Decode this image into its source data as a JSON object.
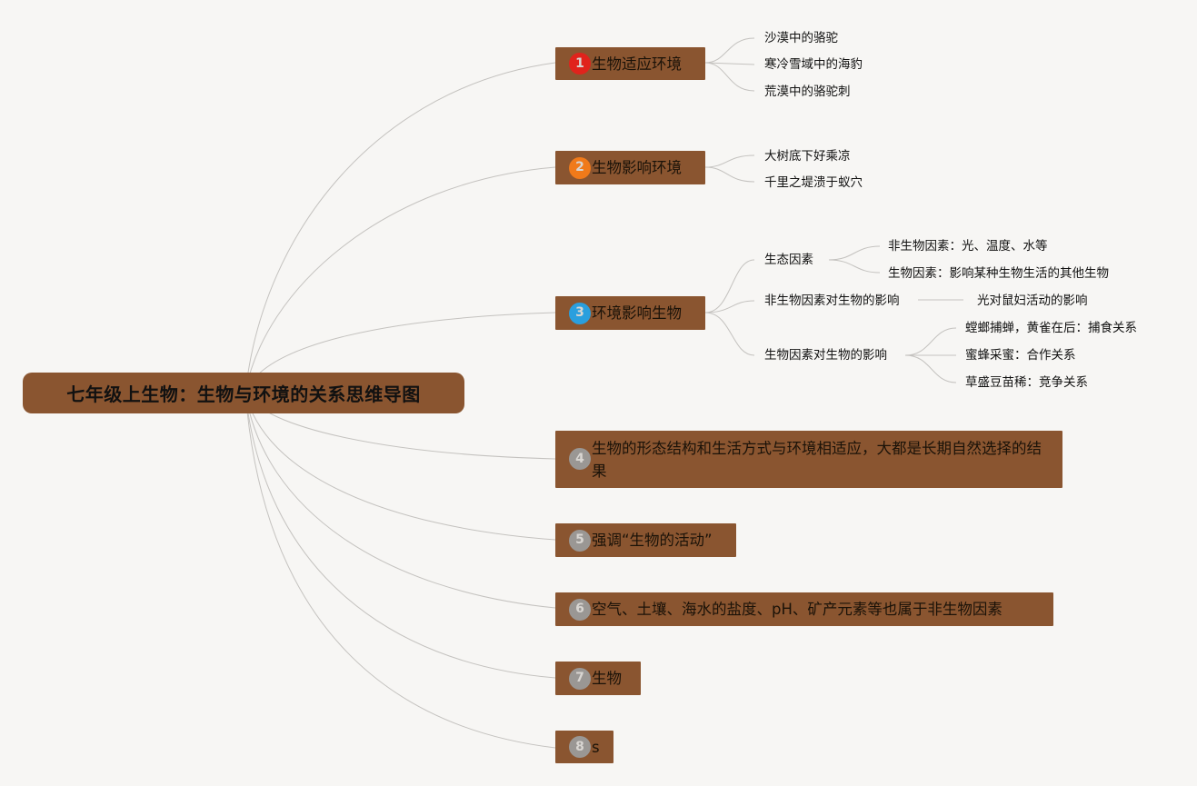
{
  "title": "七年级上生物：生物与环境的关系思维导图",
  "branches": [
    {
      "num": "1",
      "color": "#e0231c",
      "label": "生物适应环境",
      "children": [
        {
          "label": "沙漠中的骆驼"
        },
        {
          "label": "寒冷雪域中的海豹"
        },
        {
          "label": "荒漠中的骆驼刺"
        }
      ]
    },
    {
      "num": "2",
      "color": "#f07a1a",
      "label": "生物影响环境",
      "children": [
        {
          "label": "大树底下好乘凉"
        },
        {
          "label": "千里之堤溃于蚁穴"
        }
      ]
    },
    {
      "num": "3",
      "color": "#2a9fde",
      "label": "环境影响生物",
      "children": [
        {
          "label": "生态因素",
          "children": [
            {
              "label": "非生物因素：光、温度、水等"
            },
            {
              "label": "生物因素：影响某种生物生活的其他生物"
            }
          ]
        },
        {
          "label": "非生物因素对生物的影响",
          "children": [
            {
              "label": "光对鼠妇活动的影响"
            }
          ]
        },
        {
          "label": "生物因素对生物的影响",
          "children": [
            {
              "label": "螳螂捕蝉，黄雀在后：捕食关系"
            },
            {
              "label": "蜜蜂采蜜：合作关系"
            },
            {
              "label": "草盛豆苗稀：竞争关系"
            }
          ]
        }
      ]
    },
    {
      "num": "4",
      "color": "#9a9794",
      "label": "生物的形态结构和生活方式与环境相适应，大都是长期自然选择的结果"
    },
    {
      "num": "5",
      "color": "#9a9794",
      "label": "强调“生物的活动”"
    },
    {
      "num": "6",
      "color": "#9a9794",
      "label": "空气、土壤、海水的盐度、pH、矿产元素等也属于非生物因素"
    },
    {
      "num": "7",
      "color": "#9a9794",
      "label": "生物"
    },
    {
      "num": "8",
      "color": "#9a9794",
      "label": "s"
    }
  ]
}
